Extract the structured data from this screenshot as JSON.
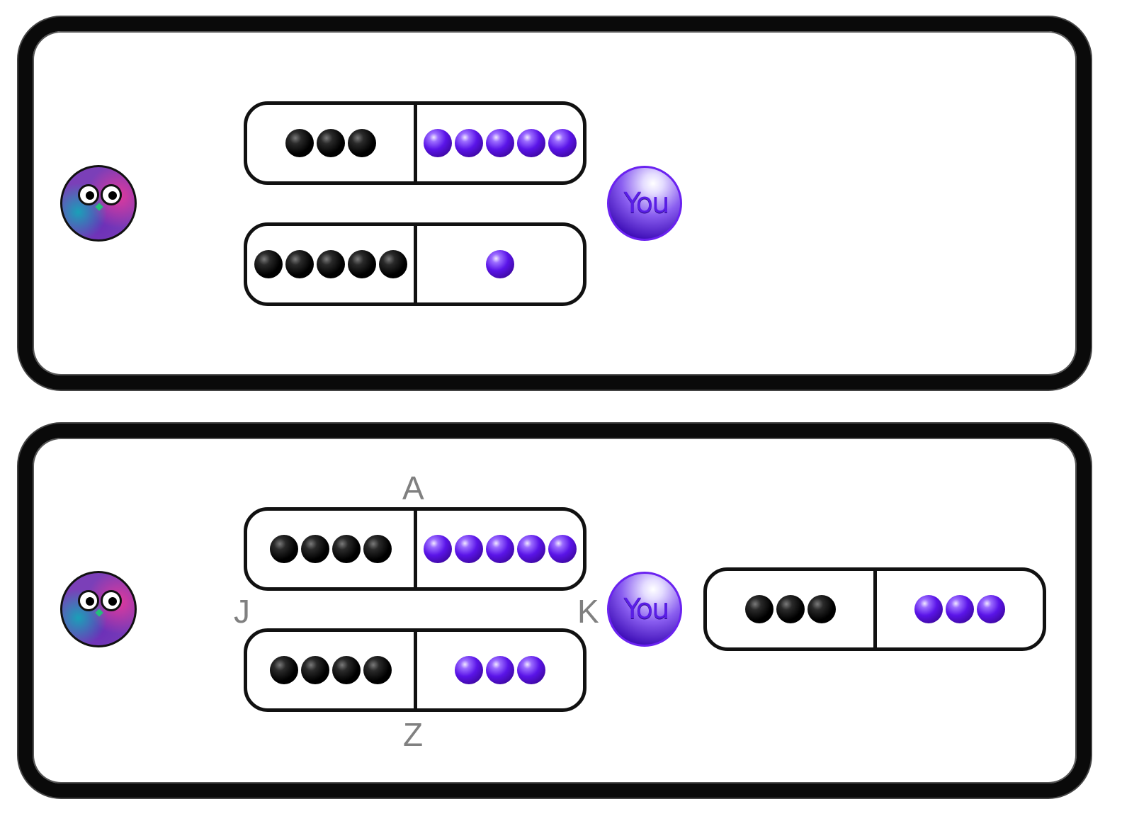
{
  "colors": {
    "frame": "#0a0a0a",
    "black_ball": "#000000",
    "purple_ball": "#5a14e8",
    "label_gray": "#808080"
  },
  "panels": [
    {
      "options": [
        {
          "black": 3,
          "purple": 5
        },
        {
          "black": 5,
          "purple": 1
        }
      ],
      "you_label": "You"
    },
    {
      "options": [
        {
          "black": 4,
          "purple": 5
        },
        {
          "black": 4,
          "purple": 3
        }
      ],
      "you_label": "You",
      "reference": {
        "black": 3,
        "purple": 3
      },
      "letters": {
        "top": "A",
        "bottom": "Z",
        "left": "J",
        "right": "K"
      }
    }
  ]
}
